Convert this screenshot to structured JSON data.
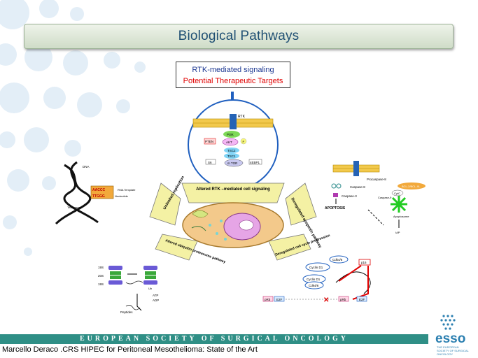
{
  "title": "Biological Pathways",
  "callout": {
    "line1": "RTK-mediated signaling",
    "line2": "Potential Therapeutic Targets"
  },
  "hub": {
    "center_label": "Altered RTK –mediated cell signaling",
    "left_label": "Unlimited replication",
    "right_label": "Deregulated apoptotic pathway",
    "bottom_left_label": "Altered ubiquitin-proteasome pathway",
    "bottom_right_label": "Deregulated cell cycle progression"
  },
  "rtk_panel": {
    "rtk": "RTK",
    "pi3k": "PI3K",
    "pten": "PTEN",
    "akt": "AKT",
    "p": "P",
    "tsc2": "TSC2",
    "tsc1": "TSC1",
    "mtor": "m TOR",
    "s6": "S6",
    "4ebp1": "4EBP1"
  },
  "telomerase_panel": {
    "dna": "DNA",
    "rna_template": "RNA Template",
    "nucleotide": "Nucleotide",
    "telomerase": "Telomerase",
    "seq_top": "AACCC",
    "seq_bottom": "TTGGG"
  },
  "apoptosis_panel": {
    "procaspase8": "Procaspase-8",
    "caspase8": "Caspase-8",
    "caspase3": "Caspase-3",
    "caspase9": "Caspase-9",
    "cytc": "CytC",
    "bcl": "BCL-2/BCL-XL",
    "apoptosome": "Apoptosome",
    "iap": "IAP",
    "apoptosis": "APOPTOSIS"
  },
  "proteasome_panel": {
    "r19s_top": "19S",
    "r20s": "20S",
    "r19s_bottom": "19S",
    "atp": "ATP",
    "adp": "ADP",
    "peptides": "Peptides",
    "ub": "Ub"
  },
  "cellcycle_panel": {
    "cdk46": "Cdk4/6",
    "cyclind1_top": "Cyclin D1",
    "cyclind1_bottom": "Cyclin D1",
    "cdk46_b": "Cdk4/6",
    "p16": "p16",
    "prb": "pRb",
    "e2f": "E2F",
    "prb2": "pRb",
    "e2f2": "E2F"
  },
  "footer": {
    "society": "EUROPEAN SOCIETY OF SURGICAL ONCOLOGY",
    "caption": "Marcello Deraco .CRS HIPEC for Peritoneal Mesothelioma: State of the Art",
    "logo": "esso",
    "logo_sub": "THE EUROPEAN SOCIETY OF SURGICAL ONCOLOGY"
  },
  "colors": {
    "title_text": "#1f4f73",
    "callout_line1": "#1f3a93",
    "callout_line2": "#e00000",
    "footer_band": "#2f8f86",
    "logo": "#2b7fb0",
    "circle_decor": "#e3eef7"
  }
}
